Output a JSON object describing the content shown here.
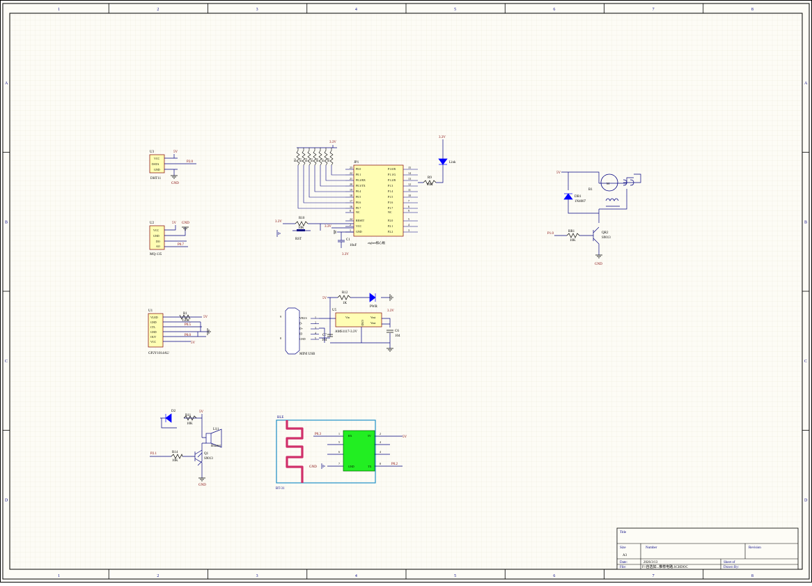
{
  "sheet": {
    "columns": [
      "1",
      "2",
      "3",
      "4",
      "5",
      "6",
      "7",
      "8"
    ],
    "rows": [
      "A",
      "B",
      "C",
      "D"
    ]
  },
  "title_block": {
    "title_label": "Title",
    "size_label": "Size",
    "size_value": "A3",
    "number_label": "Number",
    "revision_label": "Revision",
    "date_label": "Date:",
    "date_value": "2026/3/13",
    "sheet_label": "Sheet    of",
    "file_label": "File:",
    "file_value": "F:\\自选如...推荐电路.SCHDOC",
    "drawn_label": "Drawn By:"
  },
  "components": {
    "dht11": {
      "ref": "U3",
      "name": "DHT11",
      "pins": [
        "VCC",
        "DATA",
        "GND"
      ],
      "net_vcc": "5V",
      "net_data": "P2.0",
      "net_gnd": "GND"
    },
    "mq135": {
      "ref": "U2",
      "name": "MQ-135",
      "pins": [
        "VCC",
        "GND",
        "DO",
        "AO"
      ],
      "net_vcc": "5V",
      "net_gnd": "GND",
      "net_ao": "P0.7"
    },
    "dust": {
      "ref": "U1",
      "name": "GP2Y1014AU",
      "pins": [
        "VLED",
        "GND",
        "CTL",
        "GND",
        "OUT",
        "VCC"
      ],
      "r_ref": "R1",
      "r_val": "150R",
      "net_5v": "5V",
      "net_ctl": "P0.5",
      "net_out": "P0.0",
      "net_vcc": "5V"
    },
    "zigbee": {
      "ref": "JP1",
      "name": "zigbee核心板",
      "net_33": "3.3V",
      "left_pins": [
        "P0.0",
        "P0.1",
        "P0.2/RX",
        "P0.3/TX",
        "P0.4",
        "P0.5",
        "P0.6",
        "P0.7",
        "NC",
        "RESET",
        "VCC",
        "GND"
      ],
      "left_nums": [
        "23",
        "22",
        "21",
        "20",
        "19",
        "18",
        "17",
        "16",
        "8",
        "24",
        "2",
        "1"
      ],
      "right_pins": [
        "P1.0/R",
        "P1.1/G",
        "P1.2/B",
        "P1.3",
        "P1.4",
        "P1.5",
        "P1.6",
        "P1.7",
        "NC",
        "P2.0",
        "P2.1",
        "P2.2"
      ],
      "right_nums": [
        "15",
        "14",
        "13",
        "12",
        "11",
        "10",
        "7",
        "6",
        "9",
        "5",
        "4",
        "3"
      ],
      "pullups": [
        "R2",
        "R3",
        "R4",
        "R5",
        "R6",
        "R7",
        "R8"
      ],
      "reset_r": "R10",
      "reset_r_val": "10K",
      "reset_btn": "RST",
      "c1": "C1",
      "c1_val": "10uF",
      "net_gnd_33": "3.3V"
    },
    "link_led": {
      "name": "Link",
      "r_ref": "R9",
      "r_val": "10K",
      "net": "3.3V"
    },
    "motor": {
      "ref": "B1",
      "label": "M",
      "diode": "DB1",
      "diode_val": "1N4007",
      "q": "QR2",
      "q_val": "S9013",
      "r_ref": "RR1",
      "r_val": "10K",
      "net_in": "P1.0",
      "net_5v": "5V",
      "net_gnd": "GND"
    },
    "power": {
      "usb": "MINI USB",
      "usb_pins": [
        "VBUS",
        "D-",
        "D+",
        "ID",
        "GND"
      ],
      "usb_nums": [
        "1",
        "2",
        "3",
        "4",
        "5"
      ],
      "pwr_r": "R12",
      "pwr_r_val": "1K",
      "pwr_led": "PWR",
      "reg_ref": "U5",
      "reg": "AMS1117-3.3V",
      "reg_in": "Vin",
      "reg_gnd": "GND",
      "reg_out": "Vout",
      "reg_out2": "Vout",
      "c7": "C7",
      "c7_val": "104",
      "c6": "C6",
      "c6_val": "104",
      "net_5v": "5V",
      "net_33": "3.3V"
    },
    "buzzer": {
      "led": "D2",
      "r11": "R11",
      "r11_val": "10K",
      "ls": "LS1",
      "ls_name": "Buzzer",
      "r14": "R14",
      "r14_val": "10K",
      "q": "Q1",
      "q_val": "S9013",
      "net_in": "P2.1",
      "net_5v": "5V",
      "net_gnd": "GND"
    },
    "ble": {
      "title": "BLE",
      "name": "BT-31",
      "pin_labels": [
        "RX",
        "5V",
        "GND",
        "TX"
      ],
      "pin_nums": [
        "1",
        "5",
        "6",
        "7",
        "2",
        "4",
        "4",
        "8"
      ],
      "net_rx": "P0.3",
      "net_5v": "5V",
      "net_tx": "P0.2",
      "net_gnd": "GND"
    }
  }
}
